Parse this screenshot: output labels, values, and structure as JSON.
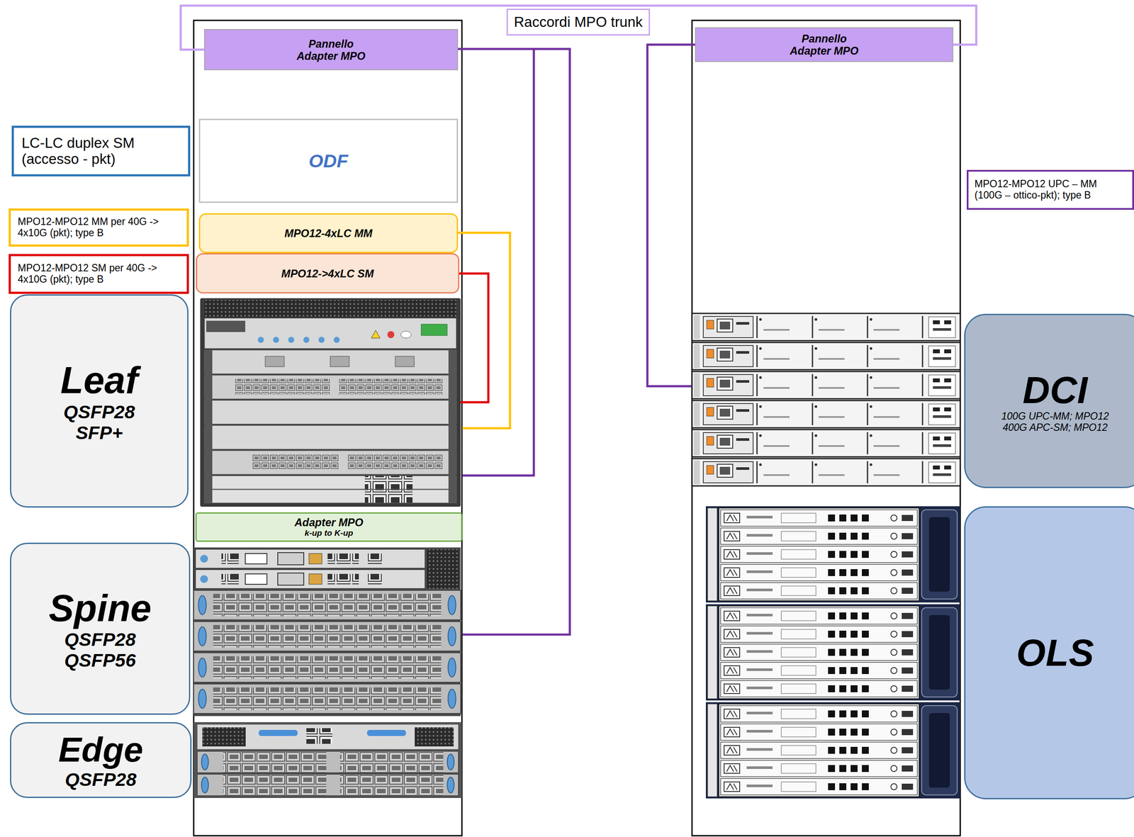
{
  "diagram": {
    "nodes": [
      {
        "text": [
          "Pannello Adapter MPO"
        ]
      },
      {
        "text": [
          "Pannello Adapter MPO"
        ]
      },
      {
        "text": [
          "LC-LC duplex SM (accesso - pkt)"
        ]
      },
      {
        "text": [
          "ODF"
        ]
      },
      {
        "text": [
          "MPO12-MPO12 UPC – MM (100G – ottico-pkt); type B"
        ]
      },
      {
        "text": [
          "MPO12-MPO12 MM per 40G -> 4x10G (pkt); type B"
        ]
      },
      {
        "text": [
          "MPO12-4xLC MM"
        ]
      },
      {
        "text": [
          "MPO12-MPO12 SM per 40G -> 4x10G (pkt); type B"
        ]
      },
      {
        "text": [
          "MPO12->4xLC SM"
        ]
      },
      {
        "text": [
          "Leaf",
          "QSFP28 SFP+"
        ]
      },
      {
        "text": [
          "DCI",
          "100G UPC-MM; MPO12 400G APC-SM; MPO12"
        ]
      },
      {
        "text": [
          "Adapter MPO",
          "k-up to K-up"
        ]
      },
      {
        "text": [
          "Spine",
          "QSFP28 QSFP56"
        ]
      },
      {
        "text": [
          "OLS"
        ]
      },
      {
        "text": [
          "Edge",
          "QSFP28"
        ]
      }
    ],
    "edges": [
      {
        "from": 0,
        "to": 1,
        "arrow": "none",
        "label": "Raccordi MPO trunk"
      }
    ]
  }
}
